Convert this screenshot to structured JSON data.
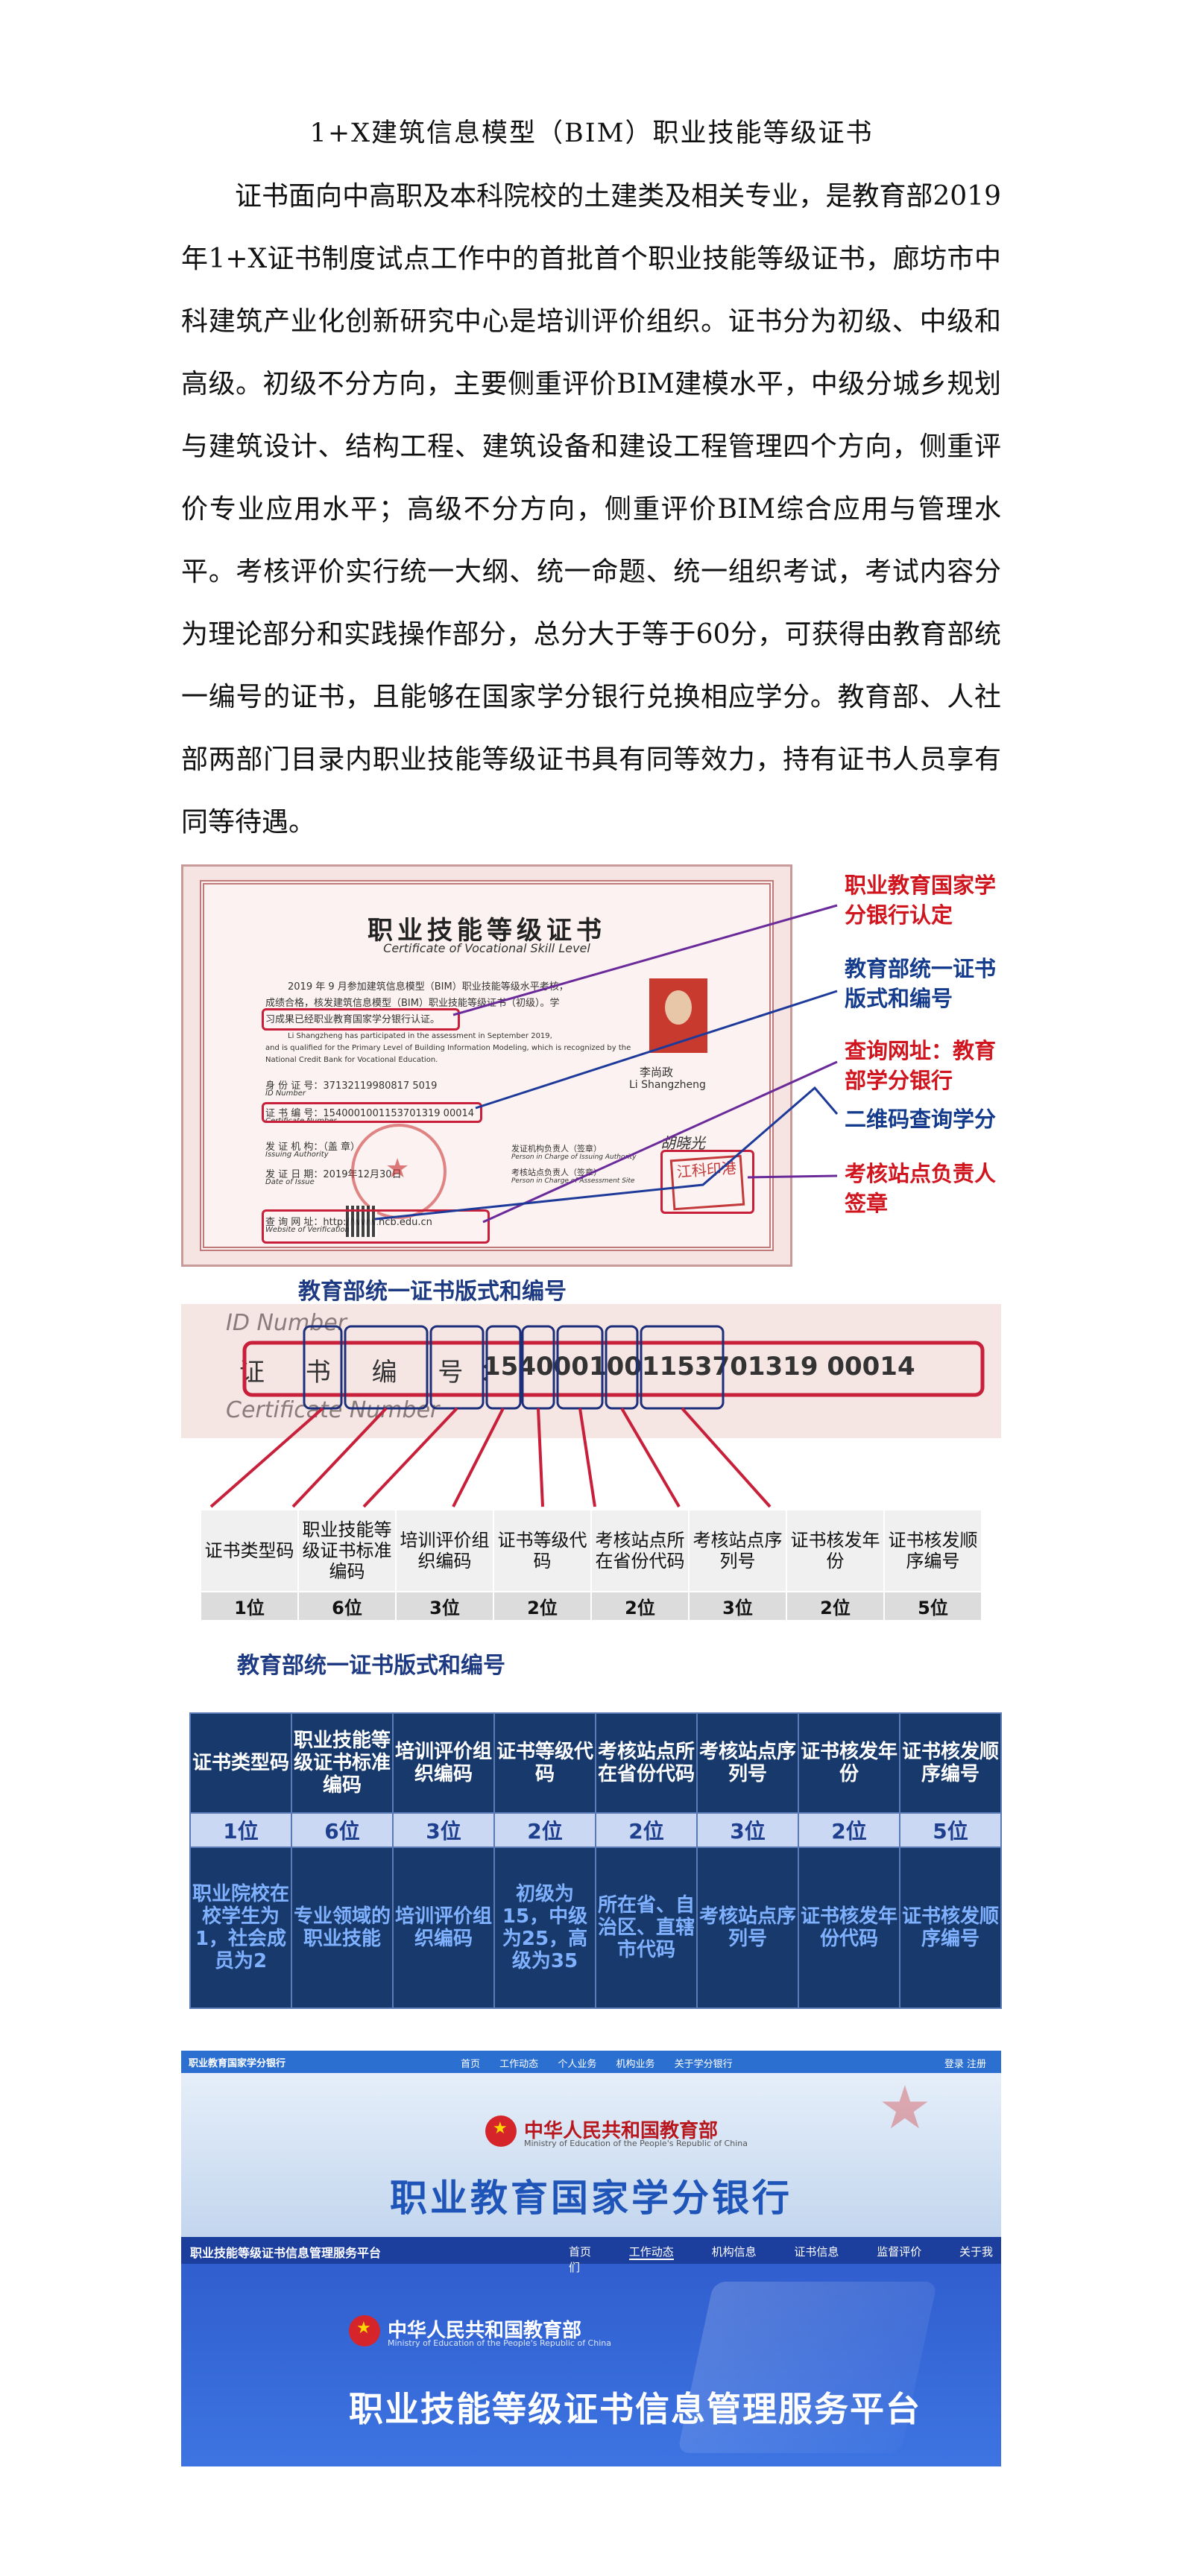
{
  "title": "1+X建筑信息模型（BIM）职业技能等级证书",
  "intro": "证书面向中高职及本科院校的土建类及相关专业，是教育部2019年1+X证书制度试点工作中的首批首个职业技能等级证书，廊坊市中科建筑产业化创新研究中心是培训评价组织。证书分为初级、中级和高级。初级不分方向，主要侧重评价BIM建模水平，中级分城乡规划与建筑设计、结构工程、建筑设备和建设工程管理四个方向，侧重评价专业应用水平；高级不分方向，侧重评价BIM综合应用与管理水平。考核评价实行统一大纲、统一命题、统一组织考试，考试内容分为理论部分和实践操作部分，总分大于等于60分，可获得由教育部统一编号的证书，且能够在国家学分银行兑换相应学分。教育部、人社部两部门目录内职业技能等级证书具有同等效力，持有证书人员享有同等待遇。",
  "certificate": {
    "heading": "职业技能等级证书",
    "subheading": "Certificate of Vocational Skill Level",
    "body_cn_1": "2019 年 9 月参加建筑信息模型（BIM）职业技能等级水平考核，",
    "body_cn_2": "成绩合格，核发建筑信息模型（BIM）职业技能等级证书（初级）。学",
    "body_cn_3": "习成果已经职业教育国家学分银行认证。",
    "body_en_1": "Li Shangzheng has participated in the assessment in September 2019,",
    "body_en_2": "and is qualified for the Primary Level of Building Information Modeling, which is recognized by the",
    "body_en_3": "National Credit Bank for Vocational Education.",
    "id_line": "身 份 证 号：37132119980817 5019",
    "id_en": "ID Number",
    "cert_no_line": "证 书 编 号：1540001001153701319 00014",
    "cert_no_en": "Certificate Number",
    "issuer_line": "发 证 机 构：（盖 章）",
    "issuer_en": "Issuing Authority",
    "date_line": "发 证 日 期：2019年12月30日",
    "date_en": "Date of Issue",
    "url_line": "查 询 网 址：http://www.ncb.edu.cn",
    "url_en": "Website of Verification",
    "person_name": "李尚政",
    "person_name_en": "Li Shangzheng",
    "org_head": "发证机构负责人（签章）",
    "org_head_en": "Person in Charge of Issuing Authority",
    "site_head": "考核站点负责人（签章）",
    "site_head_en": "Person in Charge of Assessment Site",
    "signature": "胡晓光",
    "stamp": "江科印港"
  },
  "callouts": {
    "credit_bank": "职业教育国家学分银行认定",
    "unified_format": "教育部统一证书版式和编号",
    "query_url": "查询网址：教育部学分银行",
    "qr_query": "二维码查询学分",
    "site_leader": "考核站点负责人签章"
  },
  "section1_label": "教育部统一证书版式和编号",
  "strip": {
    "id_number": "ID Number",
    "label": "证 书 编 号：",
    "number": "1540001001153701319 00014",
    "certificate_number": "Certificate Number"
  },
  "digit_table": {
    "headers": [
      "证书类型码",
      "职业技能等级证书标准编码",
      "培训评价组织编码",
      "证书等级代码",
      "考核站点所在省份代码",
      "考核站点序列号",
      "证书核发年份",
      "证书核发顺序编号"
    ],
    "digits": [
      "1位",
      "6位",
      "3位",
      "2位",
      "2位",
      "3位",
      "2位",
      "5位"
    ]
  },
  "section2_label": "教育部统一证书版式和编号",
  "blue_table": {
    "headers": [
      "证书类型码",
      "职业技能等级证书标准编码",
      "培训评价组织编码",
      "证书等级代码",
      "考核站点所在省份代码",
      "考核站点序列号",
      "证书核发年份",
      "证书核发顺序编号"
    ],
    "digits": [
      "1位",
      "6位",
      "3位",
      "2位",
      "2位",
      "3位",
      "2位",
      "5位"
    ],
    "descriptions": [
      "职业院校在校学生为1，社会成员为2",
      "专业领域的职业技能",
      "培训评价组织编码",
      "初级为15，中级为25，高级为35",
      "所在省、自治区、直辖市代码",
      "考核站点序列号",
      "证书核发年份代码",
      "证书核发顺序编号"
    ]
  },
  "site_credit": {
    "brand": "职业教育国家学分银行",
    "nav": [
      "首页",
      "工作动态",
      "个人业务",
      "机构业务",
      "关于学分银行"
    ],
    "auth": "登录  注册",
    "moe": "中华人民共和国教育部",
    "moe_en": "Ministry of Education of the People's Republic of China",
    "title": "职业教育国家学分银行"
  },
  "site_cert": {
    "brand": "职业技能等级证书信息管理服务平台",
    "nav": [
      "首页",
      "工作动态",
      "机构信息",
      "证书信息",
      "监督评价",
      "关于我们"
    ],
    "moe": "中华人民共和国教育部",
    "moe_en": "Ministry of Education of the People's Republic of China",
    "title": "职业技能等级证书信息管理服务平台"
  },
  "colors": {
    "accent_red": "#d0151f",
    "accent_blue": "#153c8c",
    "table_blue": "#18396b"
  }
}
